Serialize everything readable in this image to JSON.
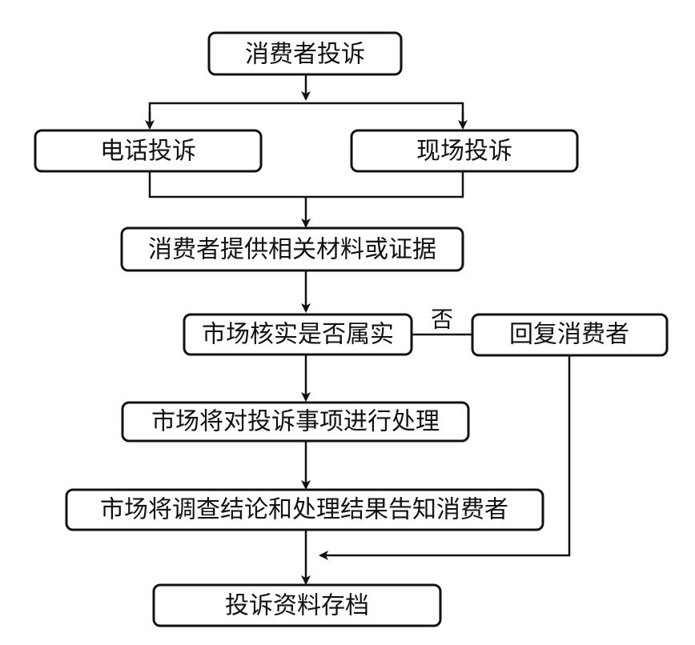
{
  "nodes": {
    "consumer_complaint": "消费者投诉",
    "phone_complaint": "电话投诉",
    "onsite_complaint": "现场投诉",
    "provide_evidence": "消费者提供相关材料或证据",
    "verify_fact": "市场核实是否属实",
    "reply_consumer": "回复消费者",
    "handle_complaint": "市场将对投诉事项进行处理",
    "notify_consumer": "市场将调查结论和处理结果告知消费者",
    "archive": "投诉资料存档"
  },
  "edge_labels": {
    "no": "否"
  },
  "colors": {
    "stroke": "#111111",
    "fill": "#ffffff",
    "text": "#111111"
  }
}
